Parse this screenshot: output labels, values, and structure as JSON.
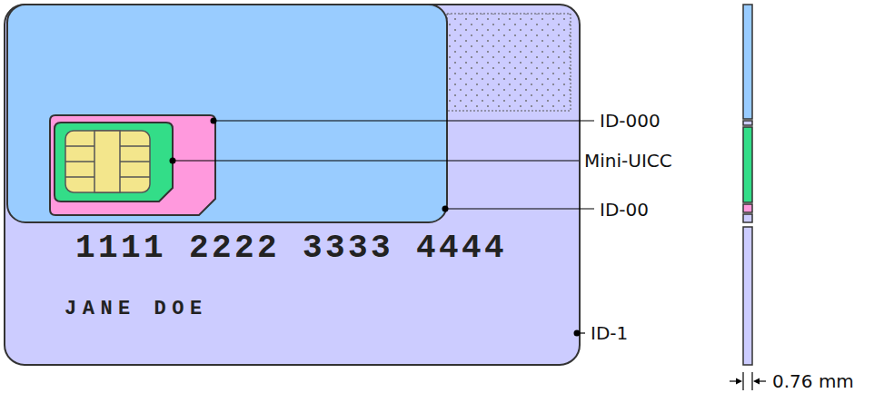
{
  "diagram": {
    "nodes": [
      {
        "text": [
          "1111 2222 3333 4444",
          "JANE DOE"
        ]
      }
    ],
    "labels": [
      "ID-000",
      "Mini-UICC",
      "ID-00",
      "ID-1",
      "0.76 mm"
    ]
  }
}
